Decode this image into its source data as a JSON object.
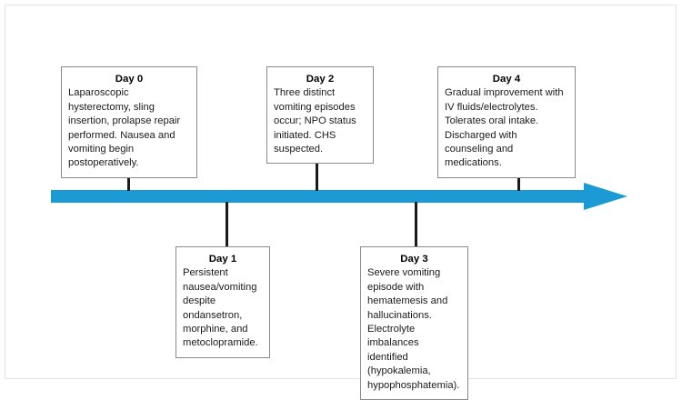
{
  "figure": {
    "background_color": "#ffffff",
    "frame_color": "#dfe3e4",
    "type": "timeline"
  },
  "timeline": {
    "axis_color": "#1b9ad4",
    "tick_color": "#1a1a1a",
    "box_border_color": "#8a8a8a",
    "direction": "left-to-right",
    "events": [
      {
        "id": "day-0",
        "title": "Day 0",
        "text": "Laparoscopic hysterectomy, sling insertion, prolapse repair performed. Nausea and vomiting begin postoperatively.",
        "position": "above"
      },
      {
        "id": "day-1",
        "title": "Day 1",
        "text": "Persistent nausea/vomiting despite ondansetron, morphine, and metoclopramide.",
        "position": "below"
      },
      {
        "id": "day-2",
        "title": "Day 2",
        "text": "Three distinct vomiting episodes occur; NPO status initiated. CHS suspected.",
        "position": "above"
      },
      {
        "id": "day-3",
        "title": "Day 3",
        "text": "Severe vomiting episode with hematemesis and hallucinations. Electrolyte imbalances identified (hypokalemia, hypophosphatemia).",
        "position": "below"
      },
      {
        "id": "day-4",
        "title": "Day 4",
        "text": "Gradual improvement with IV fluids/electrolytes. Tolerates oral intake. Discharged with counseling and medications.",
        "position": "above"
      }
    ]
  }
}
